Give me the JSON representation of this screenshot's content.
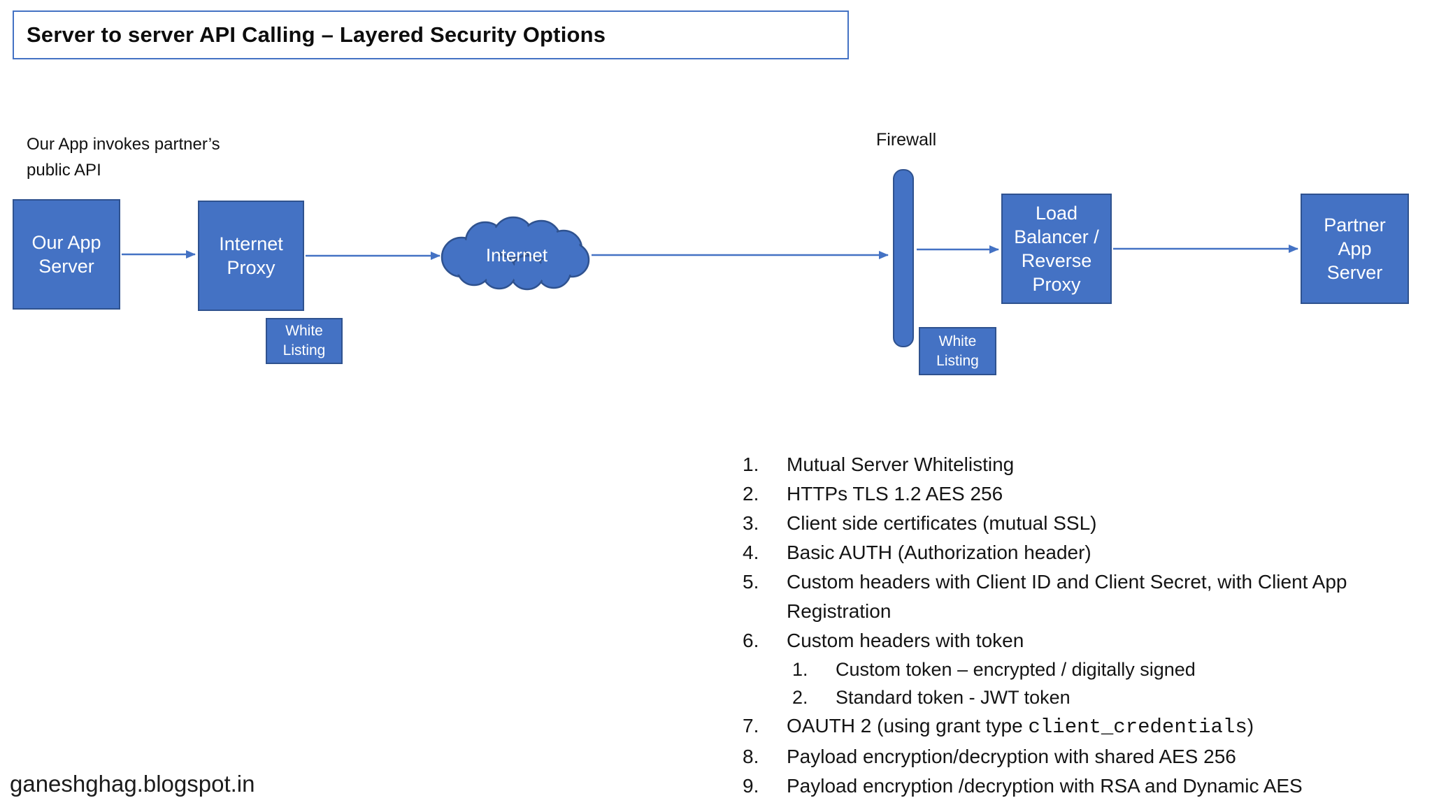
{
  "slide": {
    "title": "Server to server API Calling – Layered Security Options",
    "annotation": "Our App invokes partner’s public API",
    "footer": "ganeshghag.blogspot.in"
  },
  "diagram": {
    "nodes": {
      "our_app_server": "Our App Server",
      "internet_proxy": "Internet Proxy",
      "white_listing_left": "White Listing",
      "internet_cloud": "Internet",
      "firewall": "Firewall",
      "white_listing_right": "White Listing",
      "load_balancer": "Load Balancer / Reverse Proxy",
      "partner_app_server": "Partner App Server"
    },
    "colors": {
      "node_fill": "#4472C4",
      "node_border": "#2F528F",
      "arrow": "#4472C4",
      "title_border": "#4472C4"
    }
  },
  "security_options": {
    "items": [
      {
        "num": "1.",
        "text": "Mutual Server Whitelisting"
      },
      {
        "num": "2.",
        "text": "HTTPs TLS 1.2 AES 256"
      },
      {
        "num": "3.",
        "text": "Client side certificates (mutual SSL)"
      },
      {
        "num": "4.",
        "text": "Basic AUTH  (Authorization header)"
      },
      {
        "num": "5.",
        "text": "Custom headers with Client ID and Client Secret, with Client App Registration"
      },
      {
        "num": "6.",
        "text": "Custom headers with token",
        "sub": [
          {
            "num": "1.",
            "text": "Custom token – encrypted / digitally signed"
          },
          {
            "num": "2.",
            "text": "Standard token - JWT token"
          }
        ]
      },
      {
        "num": "7.",
        "prefix": "OAUTH 2 (using grant type ",
        "code": "client_credentials",
        "suffix": ")"
      },
      {
        "num": "8.",
        "text": "Payload encryption/decryption with shared AES 256"
      },
      {
        "num": "9.",
        "text": "Payload encryption /decryption with RSA and Dynamic AES"
      }
    ]
  }
}
